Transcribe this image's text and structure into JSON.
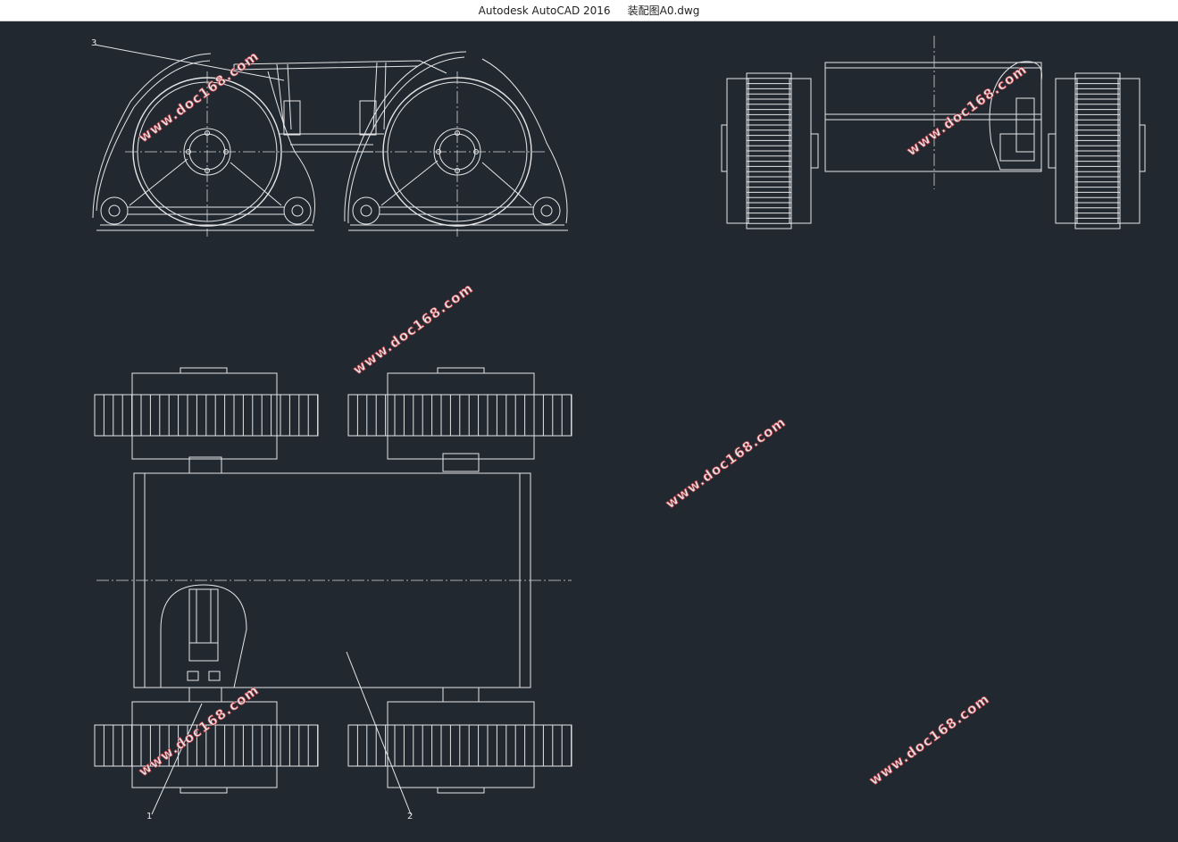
{
  "window": {
    "title_app": "Autodesk AutoCAD 2016",
    "title_file": "装配图A0.dwg"
  },
  "drawing": {
    "callouts": [
      "3",
      "1",
      "2"
    ],
    "watermark": "www.doc168.com",
    "background_color": "#212830",
    "line_color": "#e6e6e6"
  }
}
